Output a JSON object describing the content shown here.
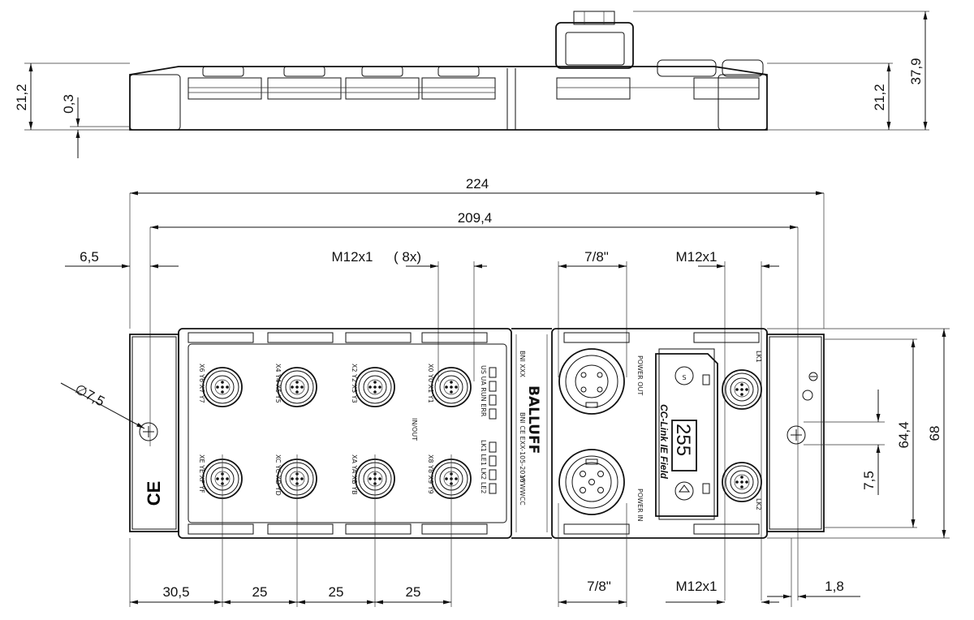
{
  "title": "",
  "side_view": {
    "dims": {
      "height_left": "21,2",
      "offset": "0,3",
      "height_right": "21,2",
      "total_height": "37,9"
    }
  },
  "top_view": {
    "dims": {
      "overall_length": "224",
      "hole_distance": "209,4",
      "edge_to_hole": "6,5",
      "io_port_label": "M12x1",
      "io_port_count": "( 8x)",
      "power_out_thread": "7/8\"",
      "aux_port_thread": "M12x1",
      "hole_diameter": "∅7,5",
      "first_pitch": "30,5",
      "pitch_1": "25",
      "pitch_2": "25",
      "pitch_3": "25",
      "power_in_thread": "7/8\"",
      "aux_port_thread_bottom": "M12x1",
      "end_offset": "1,8",
      "total_width": "68",
      "hole_pitch_width": "64,4",
      "hole_offset": "7,5"
    },
    "module_text": {
      "model": "BNI XXX",
      "brand": "BALLUFF",
      "io_label": "IN/OUT",
      "date_code": "YYWWCC",
      "bni_code": "BNI CE EXX-105-2016",
      "led_labels_top": "US UA RUN ERR",
      "led_labels_bottom": "LK1 LE1 LK2 LE2",
      "network": "CC-Link IE Field",
      "address": "255",
      "power_out": "POWER OUT",
      "power_in": "POWER IN",
      "lk1": "LK1",
      "lk2": "LK2",
      "ce_mark": "CE"
    },
    "port_labels": [
      "X6 Y6 X7 Y7",
      "X4 Y4 X5 Y5",
      "X2 Y2 X3 Y3",
      "X0 Y0 X1 Y1",
      "XE YE XF YF",
      "XC YC XD YD",
      "XA YA XB YB",
      "X8 Y8 X9 Y9"
    ]
  }
}
